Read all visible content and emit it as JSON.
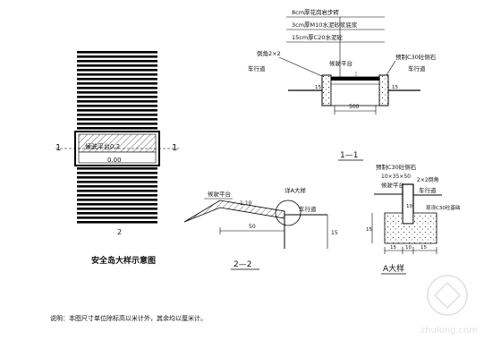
{
  "plan": {
    "label_left": "1",
    "label_right": "1",
    "waiting_platform": "候驶平台0.2",
    "width_dim": "0.00",
    "label_bottom": "2"
  },
  "plan_title": "安全岛大样示意图",
  "section_1": {
    "title": "1—1",
    "layers": [
      "8cm厚花岗岩步砖",
      "3cm厚M10水泥砂浆底浆",
      "15cm厚C20水泥砼"
    ],
    "curb_chamfer": "倒角2×2",
    "waiting_platform": "候驶平台",
    "precast_curb": "预制C30砼侧石",
    "carriageway_left": "车行道",
    "carriageway_right": "车行道",
    "dim_height_left": "15",
    "dim_height_right": "15",
    "dim_width": "500"
  },
  "section_2": {
    "title": "2—2",
    "waiting_platform": "候驶平台",
    "slope": "1:10",
    "detail_ref": "详A大样",
    "carriageway": "车行道",
    "dim_length": "50",
    "dim_height": "15"
  },
  "detail_a": {
    "title": "A大样",
    "precast_curb": "预制C30砼侧石",
    "curb_size": "10×35×50",
    "chamfer": "2×2倒角",
    "waiting_platform": "候驶平台",
    "carriageway": "车行道",
    "concrete_fill": "现浇C30砼基础",
    "dim_10": "10",
    "dim_15_height": "15",
    "dim_15_left": "15",
    "dim_10_bottom": "10",
    "dim_15_right": "15"
  },
  "note": "说明：本图尺寸单位除标高以米计外，其余均以厘米计。",
  "watermark": "zhulong.com"
}
